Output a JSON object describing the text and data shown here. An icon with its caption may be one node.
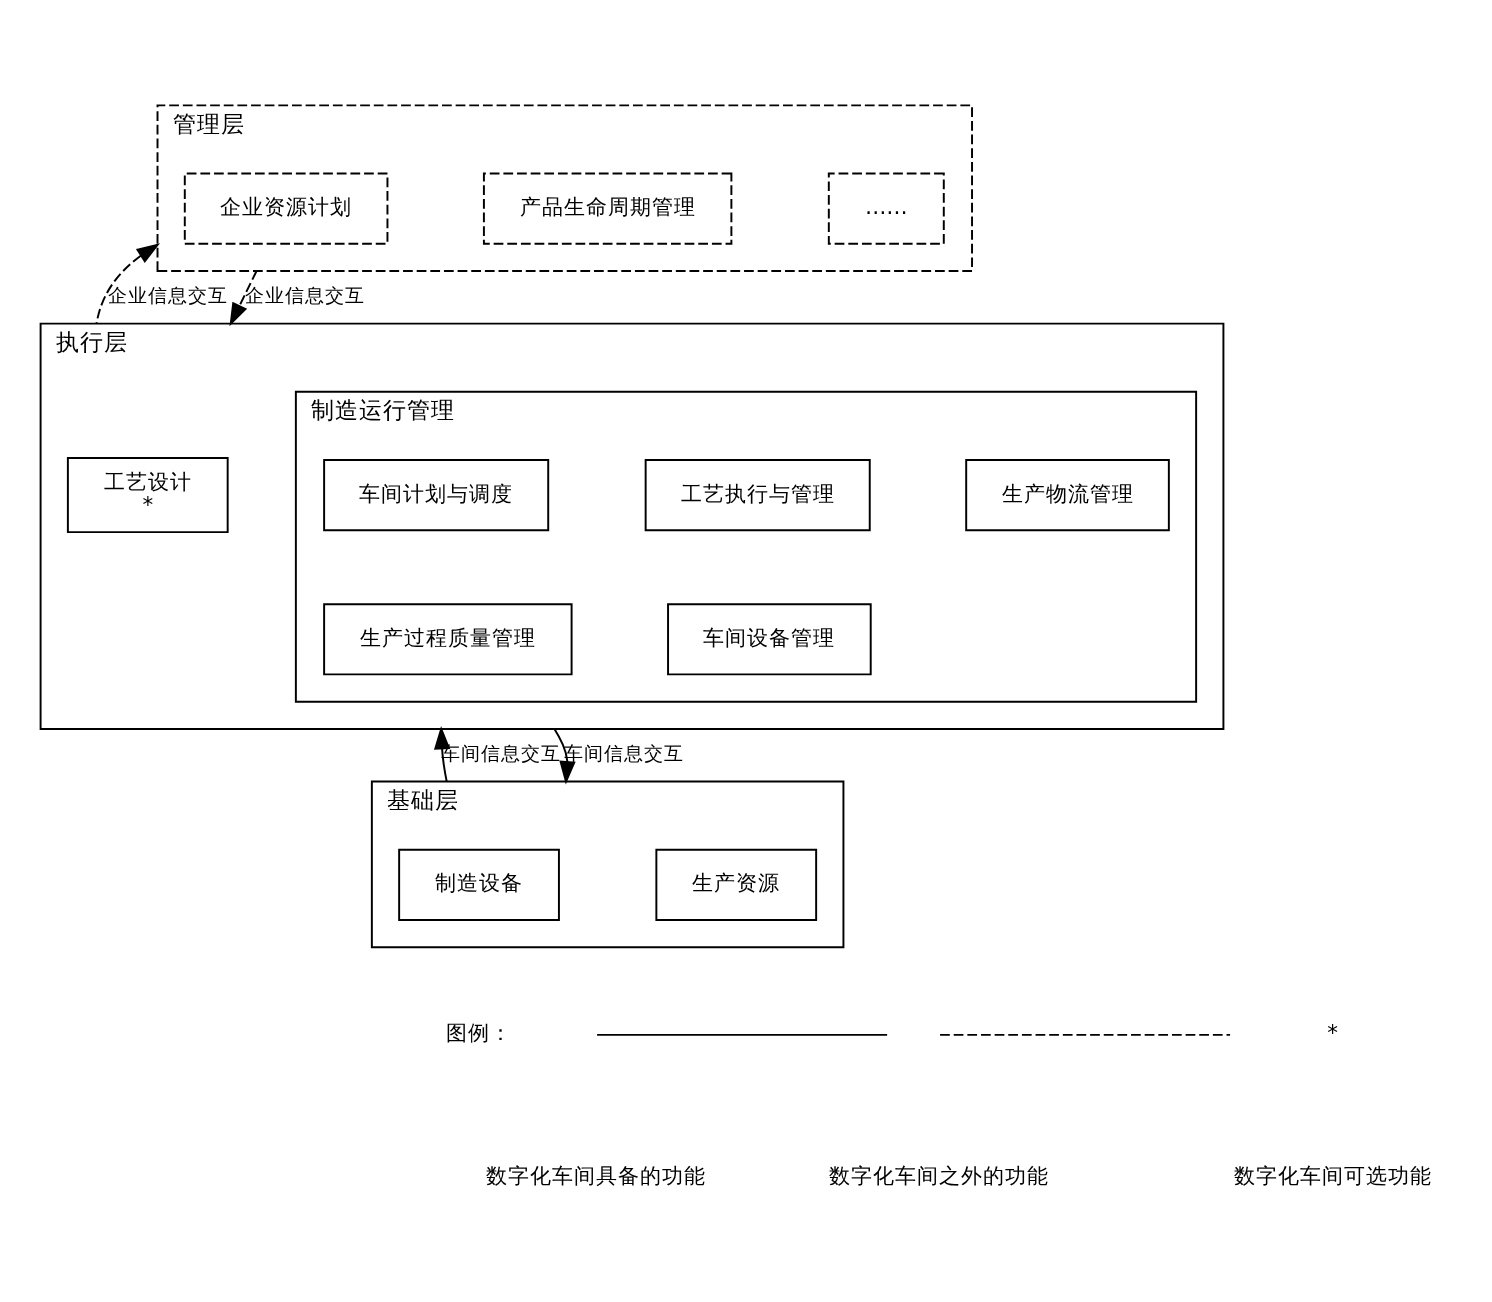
{
  "diagram": {
    "nodes": [
      {
        "text": [
          "管理层"
        ]
      },
      {
        "text": [
          "企业资源计划"
        ],
        "in": 0
      },
      {
        "text": [
          "产品生命周期管理"
        ],
        "in": 0
      },
      {
        "text": [
          "……"
        ],
        "in": 0
      },
      {
        "text": [
          "执行层"
        ]
      },
      {
        "text": [
          "工艺设计",
          "*"
        ],
        "in": 4
      },
      {
        "text": [
          "制造运行管理"
        ],
        "in": 4
      },
      {
        "text": [
          "车间计划与调度"
        ],
        "in": 6
      },
      {
        "text": [
          "工艺执行与管理"
        ],
        "in": 6
      },
      {
        "text": [
          "生产物流管理"
        ],
        "in": 6
      },
      {
        "text": [
          "生产过程质量管理"
        ],
        "in": 6
      },
      {
        "text": [
          "车间设备管理"
        ],
        "in": 6
      },
      {
        "text": [
          "基础层"
        ]
      },
      {
        "text": [
          "制造设备"
        ],
        "in": 12
      },
      {
        "text": [
          "生产资源"
        ],
        "in": 12
      }
    ],
    "edges": [
      {
        "from": 4,
        "to": 0,
        "arrow": "to",
        "label": "企业信息交互",
        "style": "dashed"
      },
      {
        "from": 0,
        "to": 4,
        "arrow": "to",
        "label": "企业信息交互",
        "style": "dashed"
      },
      {
        "from": 12,
        "to": 4,
        "arrow": "to",
        "label": "车间信息交互"
      },
      {
        "from": 4,
        "to": 12,
        "arrow": "to",
        "label": "车间信息交互"
      }
    ],
    "labels": [
      "图例：",
      "*"
    ],
    "legend": [
      {
        "text": "数字化车间具备的功能"
      },
      {
        "text": "数字化车间之外的功能"
      },
      {
        "text": "数字化车间可选功能"
      }
    ]
  }
}
